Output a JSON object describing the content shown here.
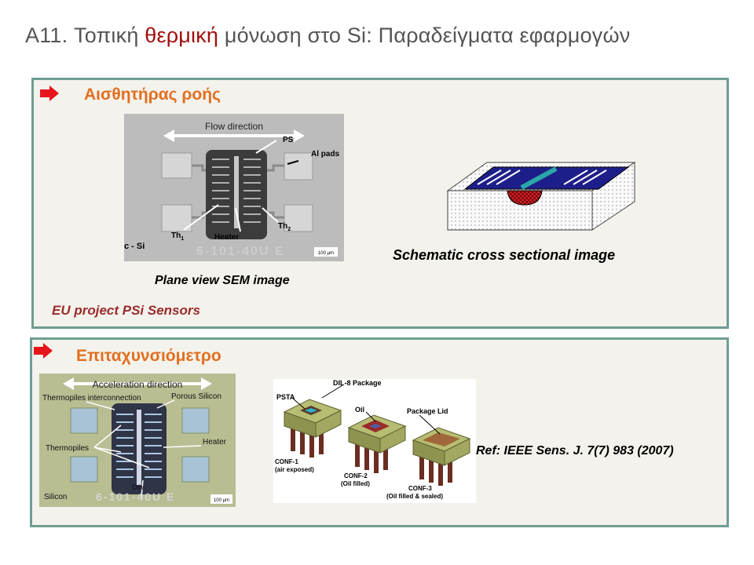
{
  "slide": {
    "title_prefix": "A11. Τοπική ",
    "title_highlight": "θερμική",
    "title_suffix": " μόνωση στο Si: Παραδείγματα εφαρμογών"
  },
  "section1": {
    "heading": "Αισθητήρας ροής",
    "sem": {
      "flow_direction": "Flow direction",
      "ps": "PS",
      "al_pads": "Al pads",
      "th1": "Th",
      "th1_sub": "1",
      "heater": "Heater",
      "th2": "Th",
      "th2_sub": "2",
      "csi": "c - Si",
      "chip_id": "6-101-40U E",
      "scale": "100 µm"
    },
    "sem_caption": "Plane view SEM image",
    "schematic_caption": "Schematic cross sectional image",
    "project": "EU project PSi Sensors"
  },
  "section2": {
    "heading": "Επιταχυνσιόμετρο",
    "accel": {
      "direction": "Acceleration direction",
      "thermopiles_interconnection": "Thermopiles interconnection",
      "porous_silicon": "Porous Silicon",
      "thermopiles": "Thermopiles",
      "heater": "Heater",
      "dth": "Dth",
      "silicon": "Silicon",
      "chip_id": "6-101-40U E",
      "scale": "100 µm"
    },
    "package": {
      "dil8": "DIL-8 Package",
      "psta": "PSTA",
      "oil": "Oil",
      "package_lid": "Package Lid",
      "conf1": "CONF-1",
      "conf1_desc": "(air exposed)",
      "conf2": "CONF-2",
      "conf2_desc": "(Oil filled)",
      "conf3": "CONF-3",
      "conf3_desc": "(Oil filled & sealed)"
    },
    "reference": "Ref: IEEE Sens. J. 7(7) 983 (2007)"
  },
  "colors": {
    "heading_orange": "#e26f1f",
    "title_red": "#a10f0f",
    "panel_border": "#6e9d93",
    "bullet_red": "#e8141c"
  }
}
